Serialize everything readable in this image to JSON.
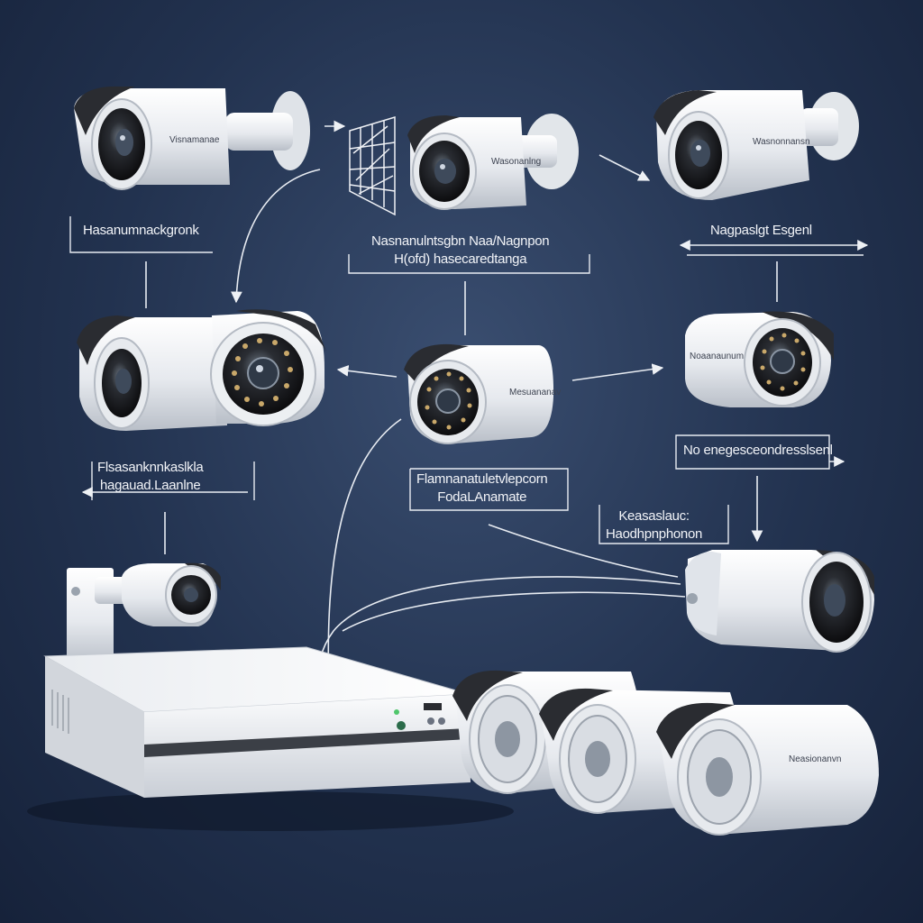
{
  "labels": {
    "top_left": "Hasanumnackgronk",
    "top_center_line1": "Nasnanulntsgbn Naa/Nagnpon",
    "top_center_line2": "H(ofd) hasecaredtanga",
    "top_right": "Nagpaslgt Esgenl",
    "mid_left_line1": "Flsasanknnkaslkla",
    "mid_left_line2": "hagauad.Laanlne",
    "mid_center_line1": "Flamnanatuletvlepcorn",
    "mid_center_line2": "FodaLAnamate",
    "mid_right": "No enegesceondresslsenl",
    "lower_right_line1": "Keasaslauc:",
    "lower_right_line2": "Haodhpnphonon",
    "camera_brand_1": "Visnamanae",
    "camera_brand_2": "Wasonanlng",
    "camera_brand_3": "Wasnonnansn",
    "camera_brand_4": "Mesuananav",
    "camera_brand_5": "Noaanaunum",
    "camera_brand_6": "Neasionanvn"
  },
  "colors": {
    "background": "#22324f",
    "camera_body": "#eef0f3",
    "line": "#e8ecf2",
    "lens": "#1b1b1d"
  }
}
